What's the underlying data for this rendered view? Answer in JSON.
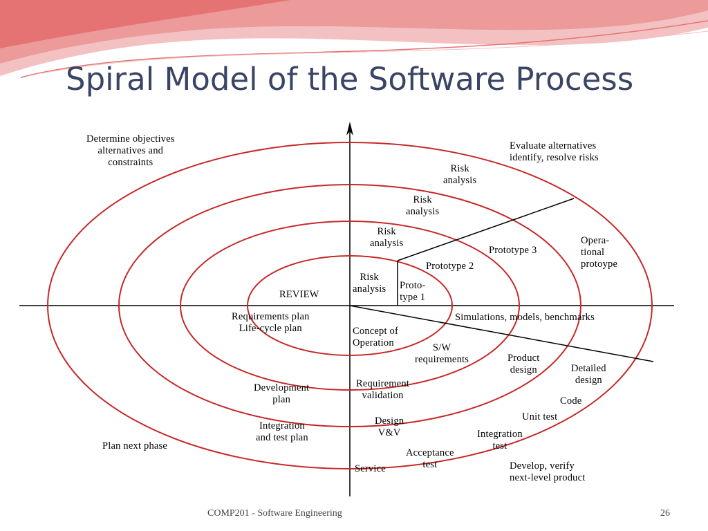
{
  "slide": {
    "title": "Spiral Model of the Software Process",
    "footer": "COMP201 - Software Engineering",
    "page_number": "26"
  },
  "colors": {
    "title": "#3a4566",
    "spiral": "#c62828",
    "banner": "#e57373",
    "axis": "#000000"
  },
  "labels": {
    "determine_objectives": [
      "Determine objectives",
      "alternatives and",
      "constraints"
    ],
    "evaluate_alternatives": [
      "Evaluate alternatives",
      "identify, resolve risks"
    ],
    "risk_analysis_1": [
      "Risk",
      "analysis"
    ],
    "risk_analysis_2": [
      "Risk",
      "analysis"
    ],
    "risk_analysis_3": [
      "Risk",
      "analysis"
    ],
    "risk_analysis_4": [
      "Risk",
      "analysis"
    ],
    "review": "REVIEW",
    "prototype_1": [
      "Proto-",
      "type 1"
    ],
    "prototype_2": "Prototype 2",
    "prototype_3": "Prototype 3",
    "operational_prototype": [
      "Opera-",
      "tional",
      "protoype"
    ],
    "requirements_plan": [
      "Requirements plan",
      "Life-cycle plan"
    ],
    "concept_of_operation": [
      "Concept of",
      "Operation"
    ],
    "simulations": "Simulations, models, benchmarks",
    "sw_requirements": [
      "S/W",
      "requirements"
    ],
    "product_design": [
      "Product",
      "design"
    ],
    "detailed_design": [
      "Detailed",
      "design"
    ],
    "development_plan": [
      "Development",
      "plan"
    ],
    "requirement_validation": [
      "Requirement",
      "validation"
    ],
    "code": "Code",
    "unit_test": "Unit test",
    "integration_test_plan": [
      "Integration",
      "and test plan"
    ],
    "design_vv": [
      "Design",
      "V&V"
    ],
    "integration_test": [
      "Integration",
      "test"
    ],
    "plan_next_phase": "Plan next phase",
    "acceptance_test": [
      "Acceptance",
      "test"
    ],
    "service": "Service",
    "develop_verify": [
      "Develop, verify",
      "next-level product"
    ]
  }
}
